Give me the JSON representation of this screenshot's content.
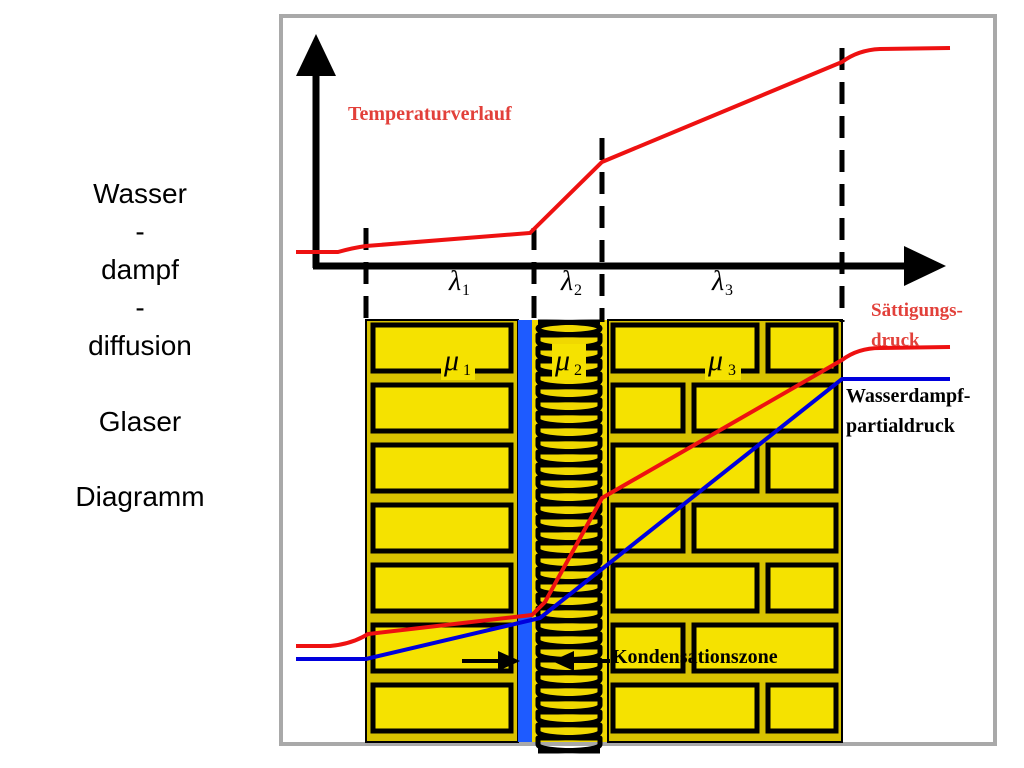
{
  "side_title": {
    "line1": "Wasser",
    "line2": "-",
    "line3": "dampf",
    "line4": "-",
    "line5": "diffusion",
    "line6": "Glaser",
    "line7": "Diagramm"
  },
  "labels": {
    "temperature": "Temperaturverlauf",
    "saturation_1": "Sättigungs-",
    "saturation_2": "druck",
    "partial_1": "Wasserdampf-",
    "partial_2": "partialdruck",
    "condensation": "Kondensationszone"
  },
  "lambda_labels": [
    {
      "sym": "λ",
      "sub": "1"
    },
    {
      "sym": "λ",
      "sub": "2"
    },
    {
      "sym": "λ",
      "sub": "3"
    }
  ],
  "mu_labels": [
    {
      "sym": "μ",
      "sub": "1"
    },
    {
      "sym": "μ",
      "sub": "2"
    },
    {
      "sym": "μ",
      "sub": "3"
    }
  ],
  "colors": {
    "temperature": "#ee1111",
    "partial_pressure": "#0000dd",
    "brick": "#f5e200",
    "mortar": "#d8c200",
    "frame": "#a9a9a9",
    "barrier": "#1e5bff",
    "label_red": "#e2403a"
  }
}
